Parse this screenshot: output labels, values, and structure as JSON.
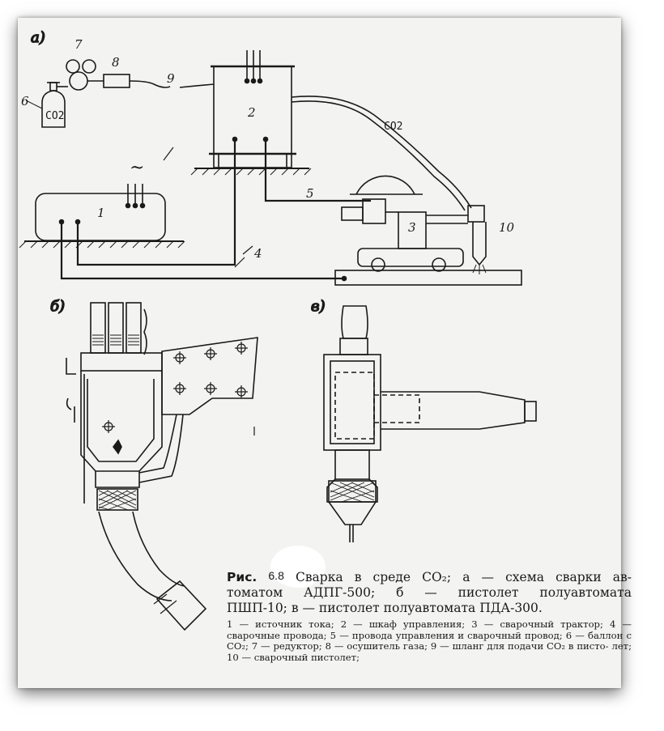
{
  "part_labels": {
    "a": "а)",
    "b": "б)",
    "v": "в)"
  },
  "diagram_a": {
    "gas_label_cylinder": "CO2",
    "gas_label_hose": "CO2",
    "ac_symbol": "~",
    "numbers": [
      "1",
      "2",
      "3",
      "4",
      "5",
      "6",
      "7",
      "8",
      "9",
      "10"
    ]
  },
  "caption": {
    "ris": "Рис.",
    "fig_number": "6.8",
    "title_line1": "Сварка в среде CO₂; а — схема сварки ав-",
    "title_line2": "томатом АДПГ-500; б — пистолет полуавтомата",
    "title_line3": "ПШП-10; в — пистолет полуавтомата ПДА-300.",
    "legend": "1 — источник тока; 2 — шкаф управления; 3 — сварочный трактор; 4 — сварочные провода; 5 — провода управления и сварочный провод; 6 — баллон с CO₂; 7 — редуктор; 8 — осушитель газа; 9 — шланг для подачи CO₂ в писто- лет; 10 — сварочный пистолет;"
  },
  "colors": {
    "ink": "#1a1a1a",
    "paper": "#f3f3f1"
  }
}
